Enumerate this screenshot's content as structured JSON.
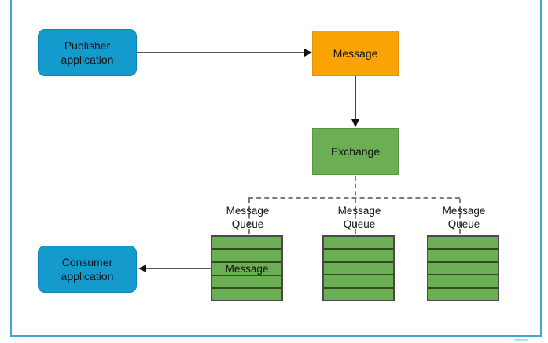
{
  "frame": {
    "border_color": "#3FA9CE"
  },
  "colors": {
    "application_blue": "#149ACD",
    "message_orange": "#F9A402",
    "exchange_green": "#6CAE53"
  },
  "nodes": {
    "publisher": {
      "label": "Publisher\napplication"
    },
    "message": {
      "label": "Message"
    },
    "exchange": {
      "label": "Exchange"
    },
    "consumer": {
      "label": "Consumer\napplication"
    }
  },
  "queues": [
    {
      "label": "Message\nQueue",
      "rows": [
        "",
        "",
        "Message",
        "",
        ""
      ]
    },
    {
      "label": "Message\nQueue",
      "rows": [
        "",
        "",
        "",
        "",
        ""
      ]
    },
    {
      "label": "Message\nQueue",
      "rows": [
        "",
        "",
        "",
        "",
        ""
      ]
    }
  ],
  "edges": [
    {
      "from": "publisher",
      "to": "message",
      "style": "solid-arrow"
    },
    {
      "from": "message",
      "to": "exchange",
      "style": "solid-arrow"
    },
    {
      "from": "exchange",
      "to": "queue-1",
      "style": "dashed"
    },
    {
      "from": "exchange",
      "to": "queue-2",
      "style": "dashed"
    },
    {
      "from": "exchange",
      "to": "queue-3",
      "style": "dashed"
    },
    {
      "from": "queue-1",
      "to": "consumer",
      "style": "solid-arrow"
    }
  ]
}
